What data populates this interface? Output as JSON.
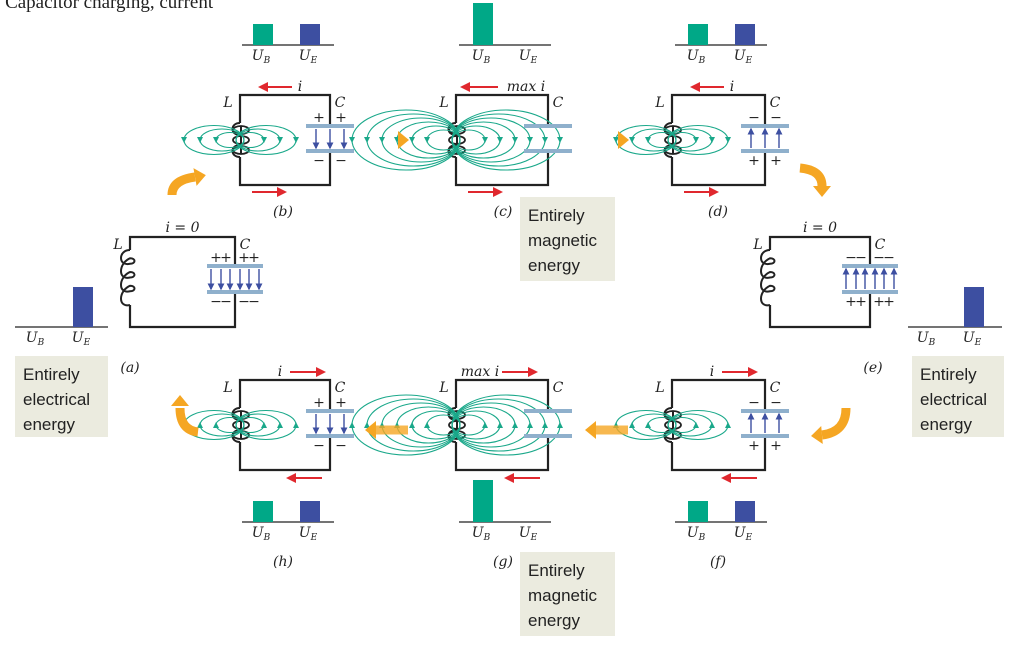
{
  "title": ") Capacitor charging, current",
  "colors": {
    "magnetic": "#00a887",
    "electric": "#3d4fa1",
    "field": "#1aa88a",
    "plate": "#8fb0cc",
    "current": "#e0282e",
    "flow": "#f5a623",
    "box": "#ebebdf"
  },
  "symbols": {
    "inductor": "L",
    "capacitor": "C",
    "ub": "U",
    "ub_sub": "B",
    "ue": "U",
    "ue_sub": "E"
  },
  "panels": [
    {
      "id": "a",
      "label": "(a)",
      "current": "i = 0",
      "current_dir": "none",
      "charge_top": "+",
      "ub": 0,
      "ue": 1,
      "field": false
    },
    {
      "id": "b",
      "label": "(b)",
      "current": "i",
      "current_dir": "ccw",
      "charge_top": "+",
      "ub": 0.5,
      "ue": 0.5,
      "field": true,
      "field_dir": "down"
    },
    {
      "id": "c",
      "label": "(c)",
      "current": "max i",
      "current_dir": "ccw",
      "charge_top": "",
      "ub": 1,
      "ue": 0,
      "field": true,
      "field_dir": "down"
    },
    {
      "id": "d",
      "label": "(d)",
      "current": "i",
      "current_dir": "ccw",
      "charge_top": "−",
      "ub": 0.5,
      "ue": 0.5,
      "field": true,
      "field_dir": "down"
    },
    {
      "id": "e",
      "label": "(e)",
      "current": "i = 0",
      "current_dir": "none",
      "charge_top": "−",
      "ub": 0,
      "ue": 1,
      "field": false
    },
    {
      "id": "f",
      "label": "(f)",
      "current": "i",
      "current_dir": "cw",
      "charge_top": "−",
      "ub": 0.5,
      "ue": 0.5,
      "field": true,
      "field_dir": "up"
    },
    {
      "id": "g",
      "label": "(g)",
      "current": "max i",
      "current_dir": "cw",
      "charge_top": "",
      "ub": 1,
      "ue": 0,
      "field": true,
      "field_dir": "up"
    },
    {
      "id": "h",
      "label": "(h)",
      "current": "i",
      "current_dir": "cw",
      "charge_top": "+",
      "ub": 0.5,
      "ue": 0.5,
      "field": true,
      "field_dir": "up"
    }
  ],
  "boxes": {
    "electrical_left": [
      "Entirely",
      "electrical",
      "energy"
    ],
    "magnetic_top": [
      "Entirely",
      "magnetic",
      "energy"
    ],
    "electrical_right": [
      "Entirely",
      "electrical",
      "energy"
    ],
    "magnetic_bottom": [
      "Entirely",
      "magnetic",
      "energy"
    ]
  }
}
